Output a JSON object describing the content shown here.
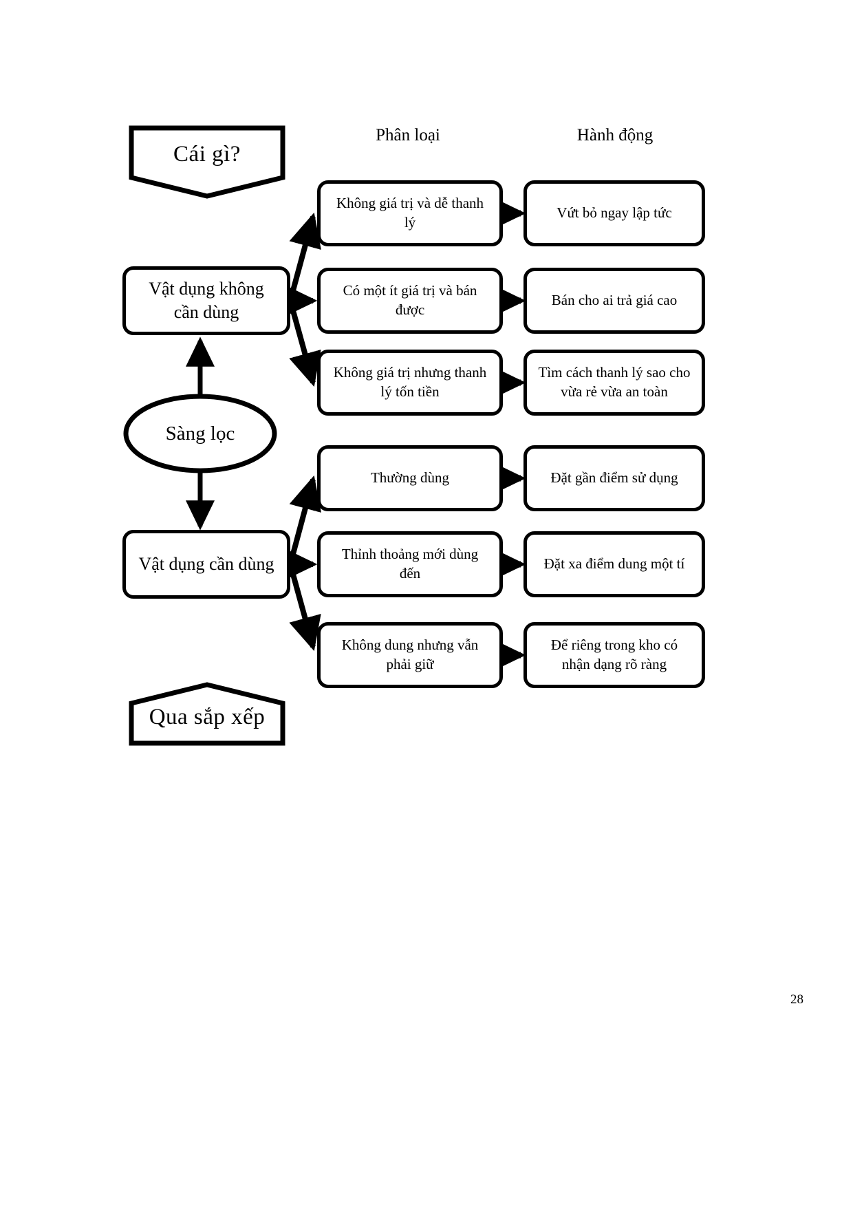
{
  "document": {
    "page_number": "28",
    "type": "flowchart"
  },
  "headers": {
    "classification": "Phân loại",
    "action": "Hành động"
  },
  "banners": {
    "top": "Cái gì?",
    "bottom": "Qua sắp xếp"
  },
  "process": {
    "label": "Sàng lọc"
  },
  "categories": [
    {
      "label": "Vật dụng không cần dùng"
    },
    {
      "label": "Vật dụng cần dùng"
    }
  ],
  "rows": [
    {
      "group": "unneeded",
      "classification": "Không giá trị và dễ thanh lý",
      "action": "Vứt bỏ ngay lập tức"
    },
    {
      "group": "unneeded",
      "classification": "Có một ít giá trị và bán được",
      "action": "Bán cho ai trả giá cao"
    },
    {
      "group": "unneeded",
      "classification": "Không giá trị nhưng thanh lý tốn tiền",
      "action": "Tìm cách thanh lý sao cho vừa rẻ vừa an toàn"
    },
    {
      "group": "needed",
      "classification": "Thường dùng",
      "action": "Đặt gần điểm sử dụng"
    },
    {
      "group": "needed",
      "classification": "Thỉnh thoảng mới dùng đến",
      "action": "Đặt xa điểm dung một tí"
    },
    {
      "group": "needed",
      "classification": "Không dung nhưng vẫn phải giữ",
      "action": "Để riêng trong kho có nhận dạng rõ ràng"
    }
  ],
  "colors": {
    "stroke": "#000000",
    "background": "#ffffff"
  }
}
